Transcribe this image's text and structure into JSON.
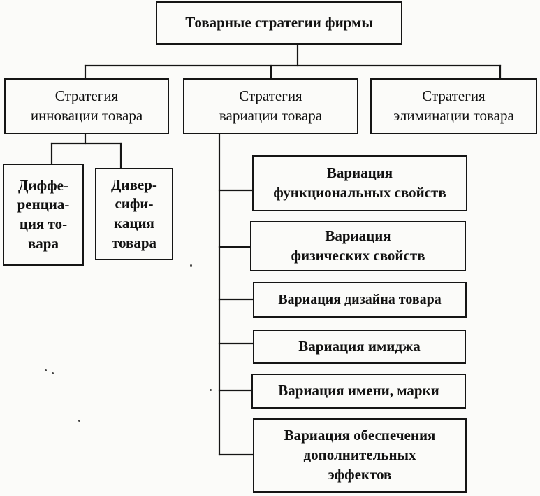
{
  "root": {
    "label": "Товарные стратегии фирмы"
  },
  "strategies": {
    "innovation": {
      "label": "Стратегия\nинновации товара"
    },
    "variation": {
      "label": "Стратегия\nвариации товара"
    },
    "elimination": {
      "label": "Стратегия\nэлиминации товара"
    }
  },
  "innovation_children": [
    {
      "label": "Диффе-\nренциа-\nция то-\nвара"
    },
    {
      "label": "Дивер-\nсифи-\nкация\nтовара"
    }
  ],
  "variation_children": [
    {
      "label": "Вариация\nфункциональных свойств"
    },
    {
      "label": "Вариация\nфизических свойств"
    },
    {
      "label": "Вариация дизайна товара"
    },
    {
      "label": "Вариация имиджа"
    },
    {
      "label": "Вариация имени, марки"
    },
    {
      "label": "Вариация обеспечения\nдополнительных\nэффектов"
    }
  ]
}
